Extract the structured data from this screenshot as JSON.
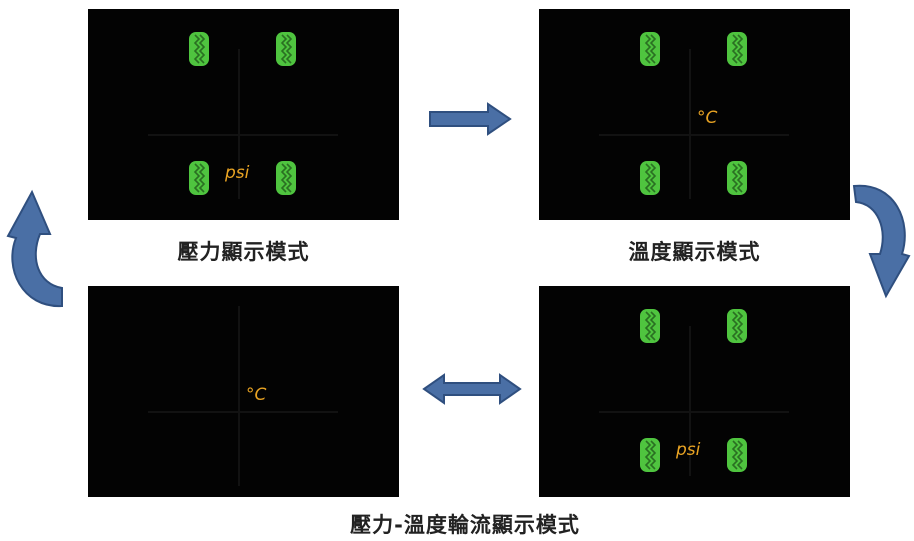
{
  "panels": [
    {
      "id": "pressure",
      "caption": "壓力顯示模式",
      "center_unit": "",
      "bottom_unit": "psi"
    },
    {
      "id": "temperature",
      "caption": "溫度顯示模式",
      "center_unit": "°C",
      "bottom_unit": ""
    },
    {
      "id": "alternating-temp",
      "center_unit": "°C"
    },
    {
      "id": "alternating-pressure",
      "bottom_unit": "psi"
    }
  ],
  "bottom_caption": "壓力-溫度輪流顯示模式",
  "colors": {
    "panel_bg": "#030303",
    "tire_fill": "#4fc43f",
    "tire_tread": "#2a6f22",
    "unit_text": "#e8a323",
    "arrow_fill": "#4a6fa5",
    "arrow_stroke": "#2f4f7f",
    "caption_text": "#222222"
  },
  "icons": [
    "tire-icon",
    "right-arrow",
    "curved-arrow-down",
    "curved-arrow-up",
    "double-arrow"
  ]
}
